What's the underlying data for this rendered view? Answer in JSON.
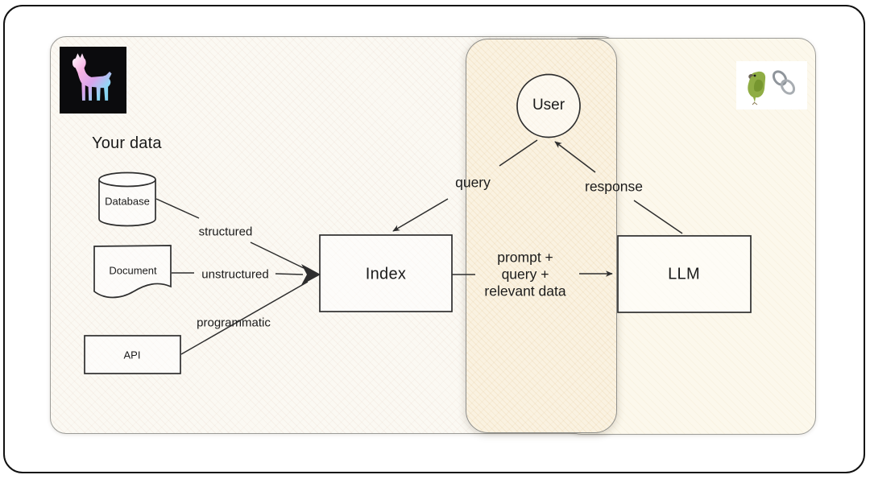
{
  "diagram": {
    "title_implicit": "RAG architecture: your data indexed for LLM queries"
  },
  "labels": {
    "your_data": "Your data",
    "database": "Database",
    "document": "Document",
    "api": "API",
    "index": "Index",
    "llm": "LLM",
    "user": "User",
    "structured": "structured",
    "unstructured": "unstructured",
    "programmatic": "programmatic",
    "query": "query",
    "response": "response",
    "prompt_block": "prompt +\nquery +\nrelevant data"
  },
  "icons": {
    "llamaindex_logo": "llama-silhouette-gradient-on-black",
    "langchain_parrot": "parrot",
    "langchain_chain": "chain-link"
  },
  "colors": {
    "frame_border": "#111111",
    "panel_border": "#9c9c98",
    "left_panel_bg": "#fbf9f3",
    "middle_panel_bg": "#faf2e1",
    "right_panel_bg": "#fcf8ec",
    "line": "#2e2e2e",
    "text": "#1b1b1b",
    "llama_bg": "#0b0b0d"
  }
}
